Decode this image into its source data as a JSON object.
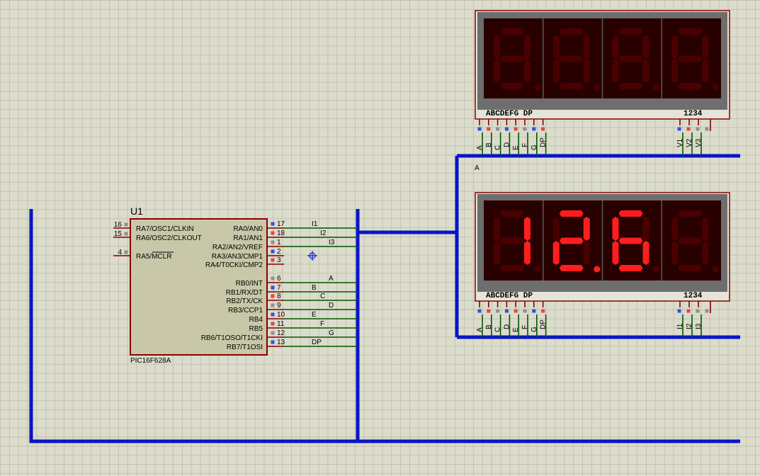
{
  "mcu": {
    "ref": "U1",
    "part": "PIC16F628A",
    "left_pins": [
      {
        "num": "16",
        "label": "RA7/OSC1/CLKIN"
      },
      {
        "num": "15",
        "label": "RA6/OSC2/CLKOUT"
      },
      {
        "num": "4",
        "label": "RA5/MCLR"
      }
    ],
    "right_pins": [
      {
        "num": "17",
        "label": "RA0/AN0",
        "net": "I1"
      },
      {
        "num": "18",
        "label": "RA1/AN1",
        "net": "I2"
      },
      {
        "num": "1",
        "label": "RA2/AN2/VREF",
        "net": "I3"
      },
      {
        "num": "2",
        "label": "RA3/AN3/CMP1",
        "net": ""
      },
      {
        "num": "3",
        "label": "RA4/T0CKI/CMP2",
        "net": ""
      },
      {
        "num": "6",
        "label": "RB0/INT",
        "net": "A"
      },
      {
        "num": "7",
        "label": "RB1/RX/DT",
        "net": "B"
      },
      {
        "num": "8",
        "label": "RB2/TX/CK",
        "net": "C"
      },
      {
        "num": "9",
        "label": "RB3/CCP1",
        "net": "D"
      },
      {
        "num": "10",
        "label": "RB4",
        "net": "E"
      },
      {
        "num": "11",
        "label": "RB5",
        "net": "F"
      },
      {
        "num": "12",
        "label": "RB6/T1OSO/T1CKI",
        "net": "G"
      },
      {
        "num": "13",
        "label": "RB7/T1OSI",
        "net": "DP"
      }
    ]
  },
  "bus_label": "A",
  "displays": [
    {
      "name": "top-display",
      "digits": [
        "",
        "",
        "",
        ""
      ],
      "decimal_points": [
        false,
        false,
        false,
        false
      ],
      "seg_header": "ABCDEFG  DP",
      "digit_header": "1234",
      "seg_wires": [
        "A",
        "B",
        "C",
        "D",
        "E",
        "F",
        "G",
        "DP"
      ],
      "digit_wires": [
        "V1",
        "V2",
        "V3"
      ]
    },
    {
      "name": "bottom-display",
      "digits": [
        "1",
        "2",
        "6",
        ""
      ],
      "decimal_points": [
        false,
        true,
        false,
        false
      ],
      "seg_header": "ABCDEFG  DP",
      "digit_header": "1234",
      "seg_wires": [
        "A",
        "B",
        "C",
        "D",
        "E",
        "F",
        "G",
        "DP"
      ],
      "digit_wires": [
        "I1",
        "I2",
        "I3"
      ]
    }
  ],
  "colors": {
    "bus": "#0a14c8",
    "wire": "#005a00",
    "chip_fill": "#c8c8a8",
    "display_frame": "#6e6e6e",
    "segment_off": "#4a0000",
    "segment_on": "#ff1e1e",
    "display_bg": "#280000"
  }
}
